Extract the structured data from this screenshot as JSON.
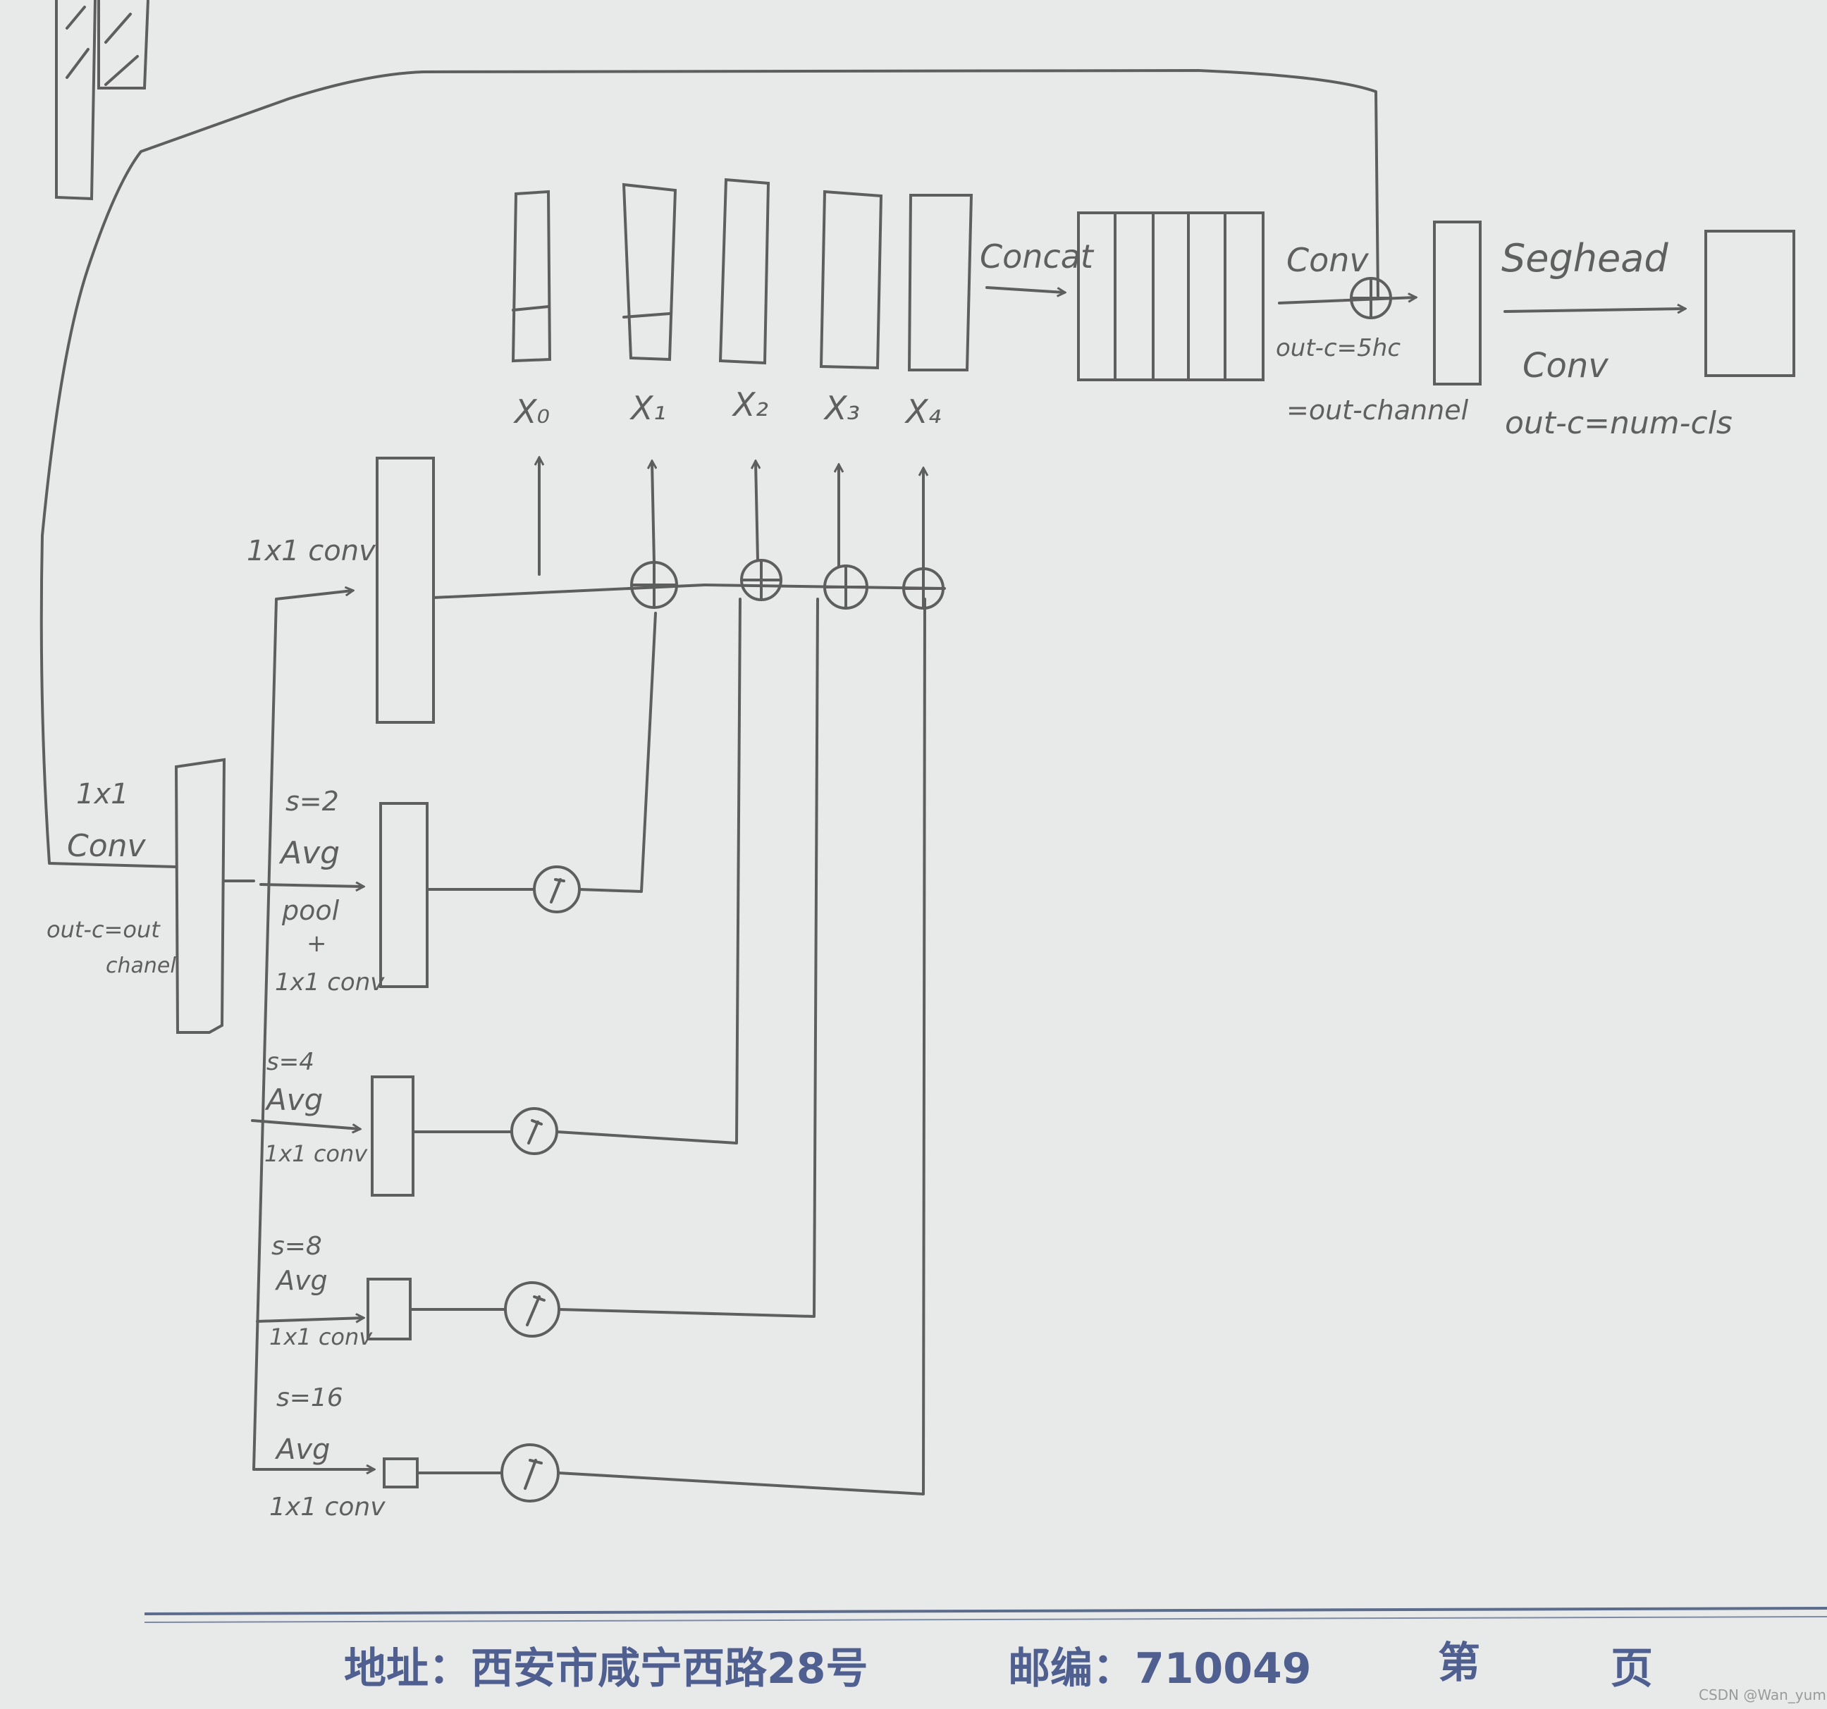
{
  "colors": {
    "paper": "#e8e9e9",
    "ink": "#5e5e5e",
    "footer_ink": "#4f5f8f"
  },
  "branches": {
    "b0": "1x1 conv",
    "b1": [
      "s=2",
      "Avg",
      "pool",
      "+",
      "1x1 conv"
    ],
    "b2": [
      "s=4",
      "Avg",
      "1x1 conv"
    ],
    "b3": [
      "s=8",
      "Avg",
      "1x1 conv"
    ],
    "b4": [
      "s=16",
      "Avg",
      "1x1 conv"
    ]
  },
  "input": {
    "conv": [
      "1x1",
      "Conv"
    ],
    "out": [
      "out-c=out",
      "chanel"
    ]
  },
  "outputs": [
    "X₀",
    "X₁",
    "X₂",
    "X₃",
    "X₄"
  ],
  "top": {
    "concat": "Concat",
    "conv": "Conv",
    "out_c": "out-c=5hc",
    "out_channel": "=out-channel",
    "seghead": "Seghead",
    "seg_conv": "Conv",
    "seg_out": "out-c=num-cls"
  },
  "footer": {
    "address": "地址：西安市咸宁西路28号",
    "postcode": "邮编：710049",
    "page_prefix": "第",
    "page_suffix": "页"
  },
  "watermark": "CSDN @Wan_yuming"
}
